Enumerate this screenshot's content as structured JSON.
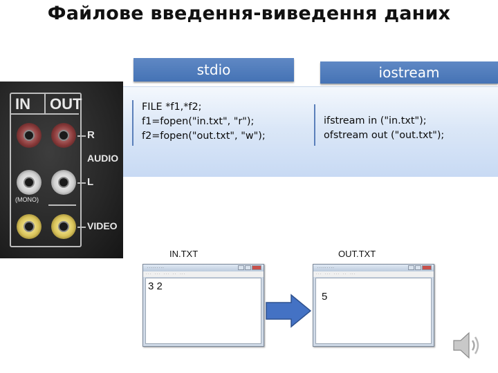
{
  "title": "Файлове введення-виведення даних",
  "stdio": {
    "header": "stdio",
    "lines": [
      "FILE *f1,*f2;",
      "f1=fopen(\"in.txt\", \"r\");",
      "f2=fopen(\"out.txt\", \"w\");"
    ]
  },
  "iostream": {
    "header": "iostream",
    "lines": [
      "ifstream in (\"in.txt\");",
      "ofstream out (\"out.txt\");"
    ]
  },
  "av_panel": {
    "in_label": "IN",
    "out_label": "OUT",
    "r_label": "R",
    "audio_label": "AUDIO",
    "l_label": "L",
    "mono_label": "(MONO)",
    "video_label": "VIDEO"
  },
  "input_file": {
    "label": "IN.TXT",
    "content": "3 2"
  },
  "output_file": {
    "label": "OUT.TXT",
    "content": "5"
  },
  "colors": {
    "header_blue": "#4f7cbd",
    "panel_blue": "#c8daf4",
    "arrow_blue": "#4472c4"
  },
  "icons": [
    "arrow-right-icon",
    "speaker-icon"
  ]
}
